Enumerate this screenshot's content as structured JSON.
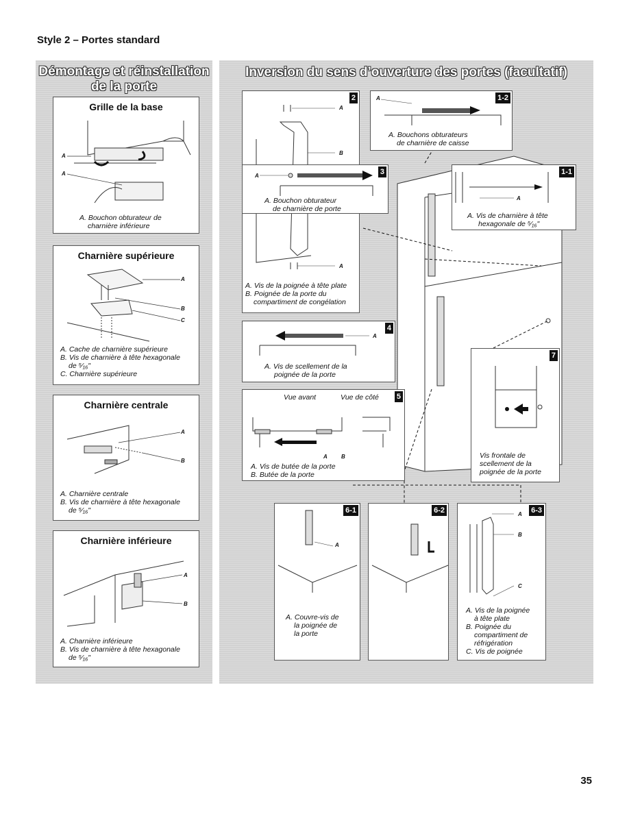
{
  "page": {
    "section_title": "Style 2 – Portes standard",
    "page_number": "35"
  },
  "left_panel": {
    "title_line1": "Démontage et réinstallation",
    "title_line2": "de la porte",
    "boxes": [
      {
        "heading": "Grille de la base",
        "labels": [
          "A",
          "A"
        ],
        "captions": [
          "A. Bouchon obturateur de",
          "charnière inférieure"
        ]
      },
      {
        "heading": "Charnière supérieure",
        "labels": [
          "A",
          "B",
          "C"
        ],
        "captions": [
          "A. Cache de charnière supérieure",
          "B. Vis de charnière à tête hexagonale",
          "de ⁵⁄₁₆\"",
          "C. Charnière supérieure"
        ]
      },
      {
        "heading": "Charnière centrale",
        "labels": [
          "A",
          "B"
        ],
        "captions": [
          "A. Charnière centrale",
          "B. Vis de charnière à tête hexagonale",
          "de ⁵⁄₁₆\""
        ]
      },
      {
        "heading": "Charnière inférieure",
        "labels": [
          "A",
          "B"
        ],
        "captions": [
          "A. Charnière inférieure",
          "B. Vis de charnière à tête hexagonale",
          "de ⁵⁄₁₆\""
        ]
      }
    ]
  },
  "right_panel": {
    "title": "Inversion du sens d’ouverture des portes (facultatif)",
    "steps": {
      "s2": {
        "badge": "2",
        "labels": [
          "A",
          "B",
          "A"
        ],
        "captions": [
          "A. Vis de la poignée à tête plate",
          "B. Poignée de la porte du",
          "compartiment de congélation"
        ]
      },
      "s12": {
        "badge": "1-2",
        "labels": [
          "A"
        ],
        "captions": [
          "A. Bouchons obturateurs",
          "de charnière de caisse"
        ]
      },
      "s3": {
        "badge": "3",
        "labels": [
          "A"
        ],
        "captions": [
          "A. Bouchon obturateur",
          "de charnière de porte"
        ]
      },
      "s11": {
        "badge": "1-1",
        "labels": [
          "A"
        ],
        "captions": [
          "A. Vis de charnière à tête",
          "hexagonale de ⁵⁄₁₆\""
        ]
      },
      "s4": {
        "badge": "4",
        "labels": [
          "A"
        ],
        "captions": [
          "A. Vis de scellement de la",
          "poignée de la porte"
        ]
      },
      "s5": {
        "badge": "5",
        "view_front": "Vue avant",
        "view_side": "Vue de côté",
        "labels": [
          "A",
          "B"
        ],
        "captions": [
          "A. Vis de butée de la porte",
          "B. Butée de la porte"
        ]
      },
      "s7": {
        "badge": "7",
        "captions": [
          "Vis frontale de",
          "scellement de la",
          "poignée de la porte"
        ]
      },
      "s61": {
        "badge": "6-1",
        "labels": [
          "A"
        ],
        "captions": [
          "A. Couvre-vis de",
          "la poignée de",
          "la porte"
        ]
      },
      "s62": {
        "badge": "6-2"
      },
      "s63": {
        "badge": "6-3",
        "labels": [
          "A",
          "B",
          "C"
        ],
        "captions": [
          "A. Vis de la poignée",
          "à tête plate",
          "B. Poignée du",
          "compartiment de",
          "réfrigération",
          "C. Vis de poignée"
        ]
      }
    }
  }
}
